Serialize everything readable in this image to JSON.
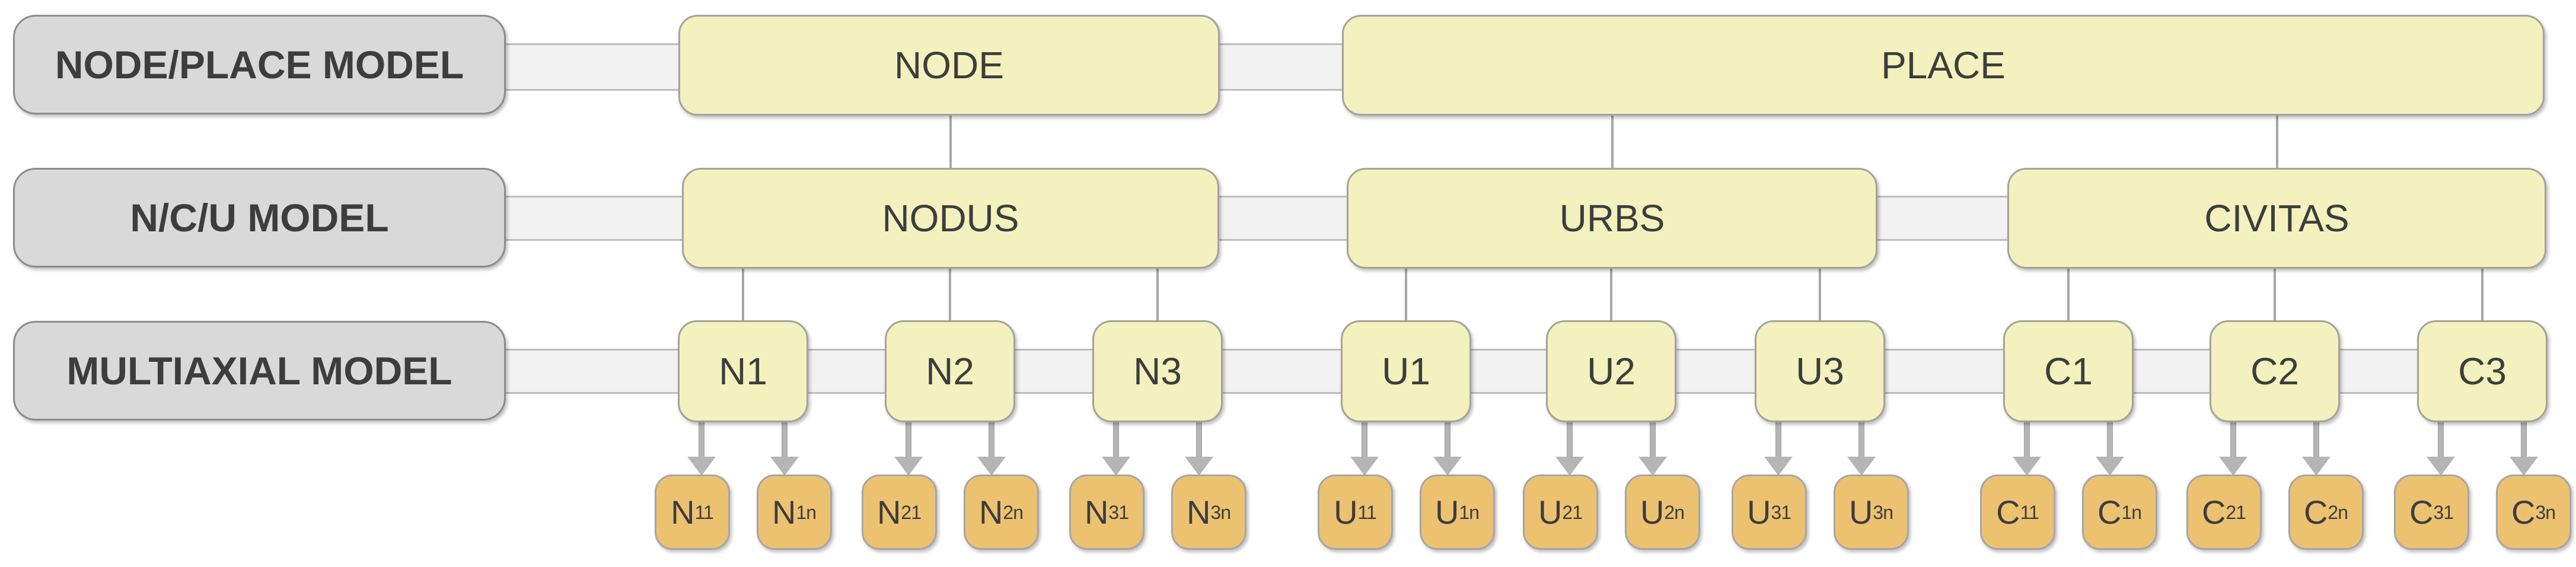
{
  "diagram_title": "Node/Place hierarchical models diagram",
  "rows": [
    {
      "id": "row1",
      "label": "NODE/PLACE MODEL"
    },
    {
      "id": "row2",
      "label": "N/C/U  MODEL"
    },
    {
      "id": "row3",
      "label": "MULTIAXIAL MODEL"
    }
  ],
  "nodes": {
    "row1": [
      {
        "id": "node",
        "label": "NODE"
      },
      {
        "id": "place",
        "label": "PLACE"
      }
    ],
    "row2": [
      {
        "id": "nodus",
        "label": "NODUS",
        "parent": "node"
      },
      {
        "id": "urbs",
        "label": "URBS",
        "parent": "place"
      },
      {
        "id": "civitas",
        "label": "CIVITAS",
        "parent": "place"
      }
    ],
    "row3": [
      {
        "id": "n1",
        "label": "N1",
        "parent": "nodus"
      },
      {
        "id": "n2",
        "label": "N2",
        "parent": "nodus"
      },
      {
        "id": "n3",
        "label": "N3",
        "parent": "nodus"
      },
      {
        "id": "u1",
        "label": "U1",
        "parent": "urbs"
      },
      {
        "id": "u2",
        "label": "U2",
        "parent": "urbs"
      },
      {
        "id": "u3",
        "label": "U3",
        "parent": "urbs"
      },
      {
        "id": "c1",
        "label": "C1",
        "parent": "civitas"
      },
      {
        "id": "c2",
        "label": "C2",
        "parent": "civitas"
      },
      {
        "id": "c3",
        "label": "C3",
        "parent": "civitas"
      }
    ],
    "leaves": [
      {
        "id": "n11",
        "base": "N",
        "sub": "11",
        "parent": "n1"
      },
      {
        "id": "n1n",
        "base": "N",
        "sub": "1n",
        "parent": "n1"
      },
      {
        "id": "n21",
        "base": "N",
        "sub": "21",
        "parent": "n2"
      },
      {
        "id": "n2n",
        "base": "N",
        "sub": "2n",
        "parent": "n2"
      },
      {
        "id": "n31",
        "base": "N",
        "sub": "31",
        "parent": "n3"
      },
      {
        "id": "n3n",
        "base": "N",
        "sub": "3n",
        "parent": "n3"
      },
      {
        "id": "u11",
        "base": "U",
        "sub": "11",
        "parent": "u1"
      },
      {
        "id": "u1n",
        "base": "U",
        "sub": "1n",
        "parent": "u1"
      },
      {
        "id": "u21",
        "base": "U",
        "sub": "21",
        "parent": "u2"
      },
      {
        "id": "u2n",
        "base": "U",
        "sub": "2n",
        "parent": "u2"
      },
      {
        "id": "u31",
        "base": "U",
        "sub": "31",
        "parent": "u3"
      },
      {
        "id": "u3n",
        "base": "U",
        "sub": "3n",
        "parent": "u3"
      },
      {
        "id": "c11",
        "base": "C",
        "sub": "11",
        "parent": "c1"
      },
      {
        "id": "c1n",
        "base": "C",
        "sub": "1n",
        "parent": "c1"
      },
      {
        "id": "c21",
        "base": "C",
        "sub": "21",
        "parent": "c2"
      },
      {
        "id": "c2n",
        "base": "C",
        "sub": "2n",
        "parent": "c2"
      },
      {
        "id": "c31",
        "base": "C",
        "sub": "31",
        "parent": "c3"
      },
      {
        "id": "c3n",
        "base": "C",
        "sub": "3n",
        "parent": "c3"
      }
    ]
  },
  "colors": {
    "band_fill": "#f2f2f2",
    "band_border": "#bdbdbd",
    "label_fill": "#d9d9d9",
    "label_border": "#8c8c8c",
    "node_fill": "#f3f1bd",
    "node_border": "#a6a29a",
    "leaf_fill": "#ecc271",
    "leaf_border": "#a6a6a6",
    "connector": "#a6a6a6",
    "arrow": "#b5b5b5",
    "text": "#3d3d3d"
  }
}
